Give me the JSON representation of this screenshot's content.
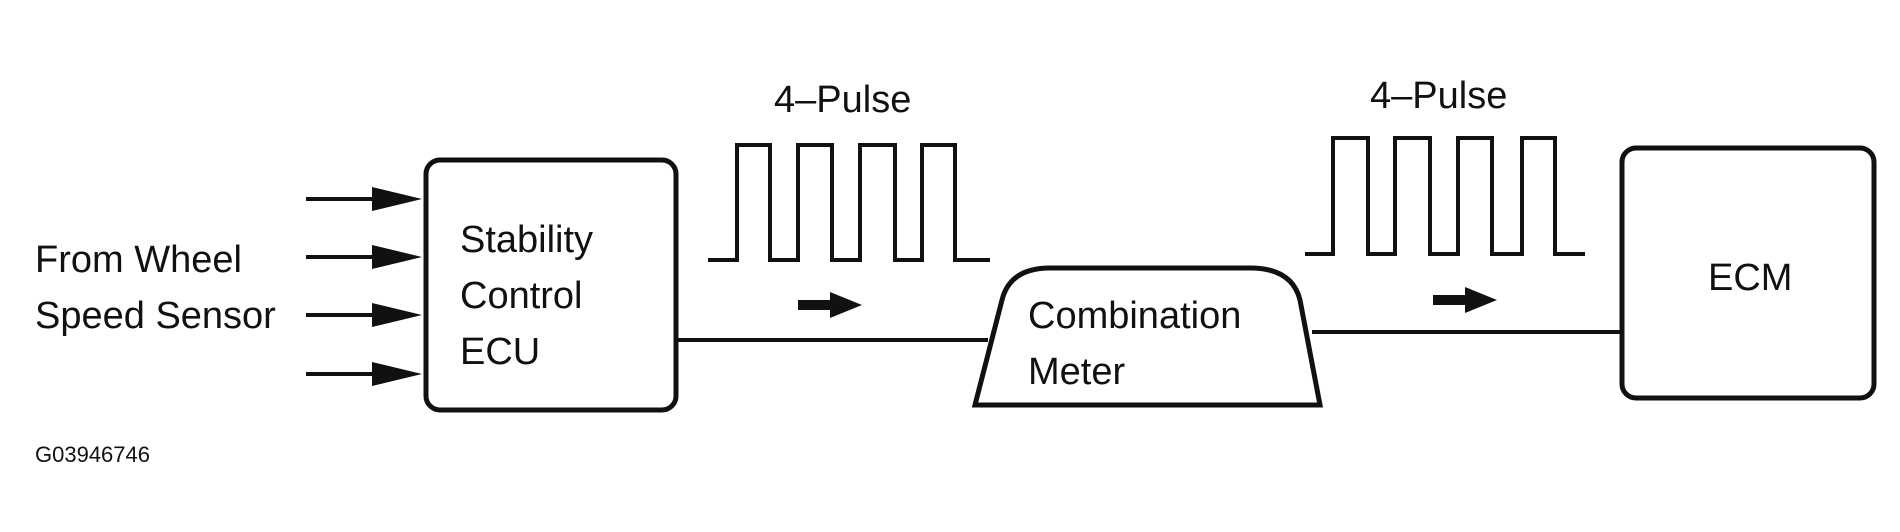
{
  "diagram": {
    "inputs": {
      "label_line1": "From Wheel",
      "label_line2": "Speed Sensor"
    },
    "nodes": {
      "stability_ecu": {
        "line1": "Stability",
        "line2": "Control",
        "line3": "ECU"
      },
      "combination_meter": {
        "line1": "Combination",
        "line2": "Meter"
      },
      "ecm": {
        "label": "ECM"
      }
    },
    "signals": {
      "left_pulse_label": "4–Pulse",
      "right_pulse_label": "4–Pulse"
    },
    "figure_id": "G03946746"
  }
}
